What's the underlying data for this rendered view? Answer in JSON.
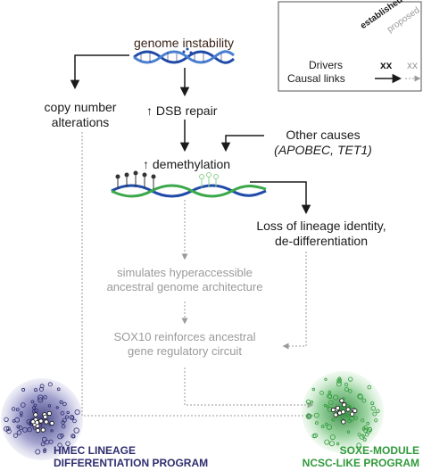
{
  "legend": {
    "col_established": "established",
    "col_proposed": "proposed",
    "row_drivers": "Drivers",
    "drivers_established": "xx",
    "drivers_proposed": "xx",
    "row_causal_links": "Causal links"
  },
  "nodes": {
    "genome_instability": "genome instability",
    "copy_number_line1": "copy number",
    "copy_number_line2": "alterations",
    "dsb_repair": "↑ DSB repair",
    "other_causes_line1": "Other causes",
    "other_causes_line2": "(APOBEC, TET1)",
    "demethylation": "↑ demethylation",
    "loss_identity_line1": "Loss of lineage identity,",
    "loss_identity_line2": "de-differentiation",
    "hyperaccessible_line1": "simulates hyperaccessible",
    "hyperaccessible_line2": "ancestral genome architecture",
    "sox10_line1": "SOX10 reinforces ancestral",
    "sox10_line2": "gene regulatory circuit",
    "hmec_line1": "HMEC LINEAGE",
    "hmec_line2": "DIFFERENTIATION PROGRAM",
    "soxe_line1": "SOXE-MODULE",
    "soxe_line2": "NCSC-LIKE PROGRAM"
  },
  "colors": {
    "established": "#1a1a1a",
    "proposed": "#9a9a9a",
    "hmec": "#2e2d6f",
    "soxe": "#2f9a3a",
    "dna_blue": "#1f4aa8",
    "dna_green": "#3aa84a"
  }
}
